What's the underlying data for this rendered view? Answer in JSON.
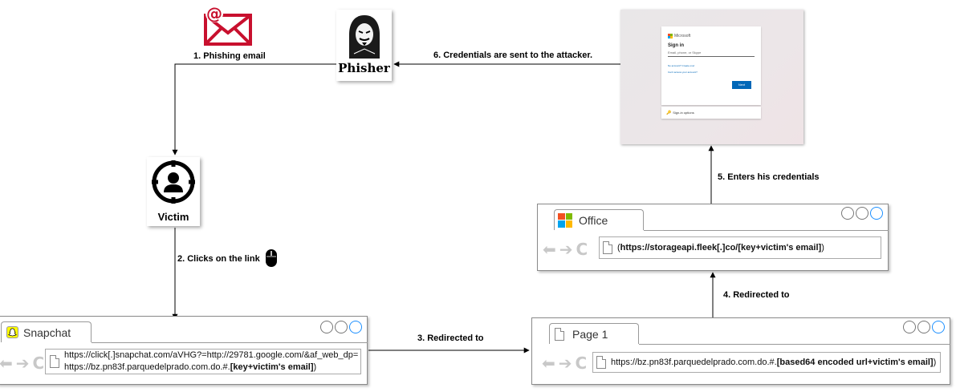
{
  "labels": {
    "step1": "1. Phishing email",
    "step2": "2. Clicks on the link",
    "step3": "3. Redirected to",
    "step4": "4. Redirected to",
    "step5": "5. Enters his credentials",
    "step6": "6. Credentials are sent to the attacker."
  },
  "actors": {
    "phisher": "Phisher",
    "victim": "Victim"
  },
  "snapchat_browser": {
    "tab_title": "Snapchat",
    "url_line1": "https://click[.]snapchat.com/aVHG?=http://29781.google.com/&af_web_dp=",
    "url_line2_prefix": "https://bz.pn83f.parquedelprado.com.do.#.",
    "url_line2_bold": "[key+victim's email]",
    "url_line2_suffix": ")"
  },
  "page1_browser": {
    "tab_title": "Page 1",
    "url_prefix": "https://bz.pn83f.parquedelprado.com.do.#.",
    "url_bold": "[based64 encoded url+victim's email]",
    "url_suffix": ")"
  },
  "office_browser": {
    "tab_title": "Office",
    "url_open": "(",
    "url_main": "https://storageapi.fleek[.]co/",
    "url_bold": "[key+victim's email]",
    "url_close": ")"
  },
  "ms_login": {
    "brand": "Microsoft",
    "heading": "Sign in",
    "placeholder": "Email, phone, or Skype",
    "no_account": "No account? Create one!",
    "cant_access": "Can't access your account?",
    "next_button": "Next",
    "sign_in_options": "Sign-in options"
  },
  "colors": {
    "email_red": "#c8102e",
    "window_blue": "#1e90ff",
    "snapchat_yellow": "#fffc00",
    "ms_blue": "#0067b8",
    "ms_red": "#f25022",
    "ms_green": "#7fba00",
    "ms_blue_sq": "#00a4ef",
    "ms_yellow": "#ffb900"
  },
  "icons": [
    "email-at-icon",
    "hacker-mask-icon",
    "target-person-icon",
    "mouse-icon",
    "snapchat-ghost-icon",
    "office-logo-icon",
    "document-icon",
    "back-arrow-icon",
    "forward-arrow-icon",
    "reload-icon"
  ]
}
